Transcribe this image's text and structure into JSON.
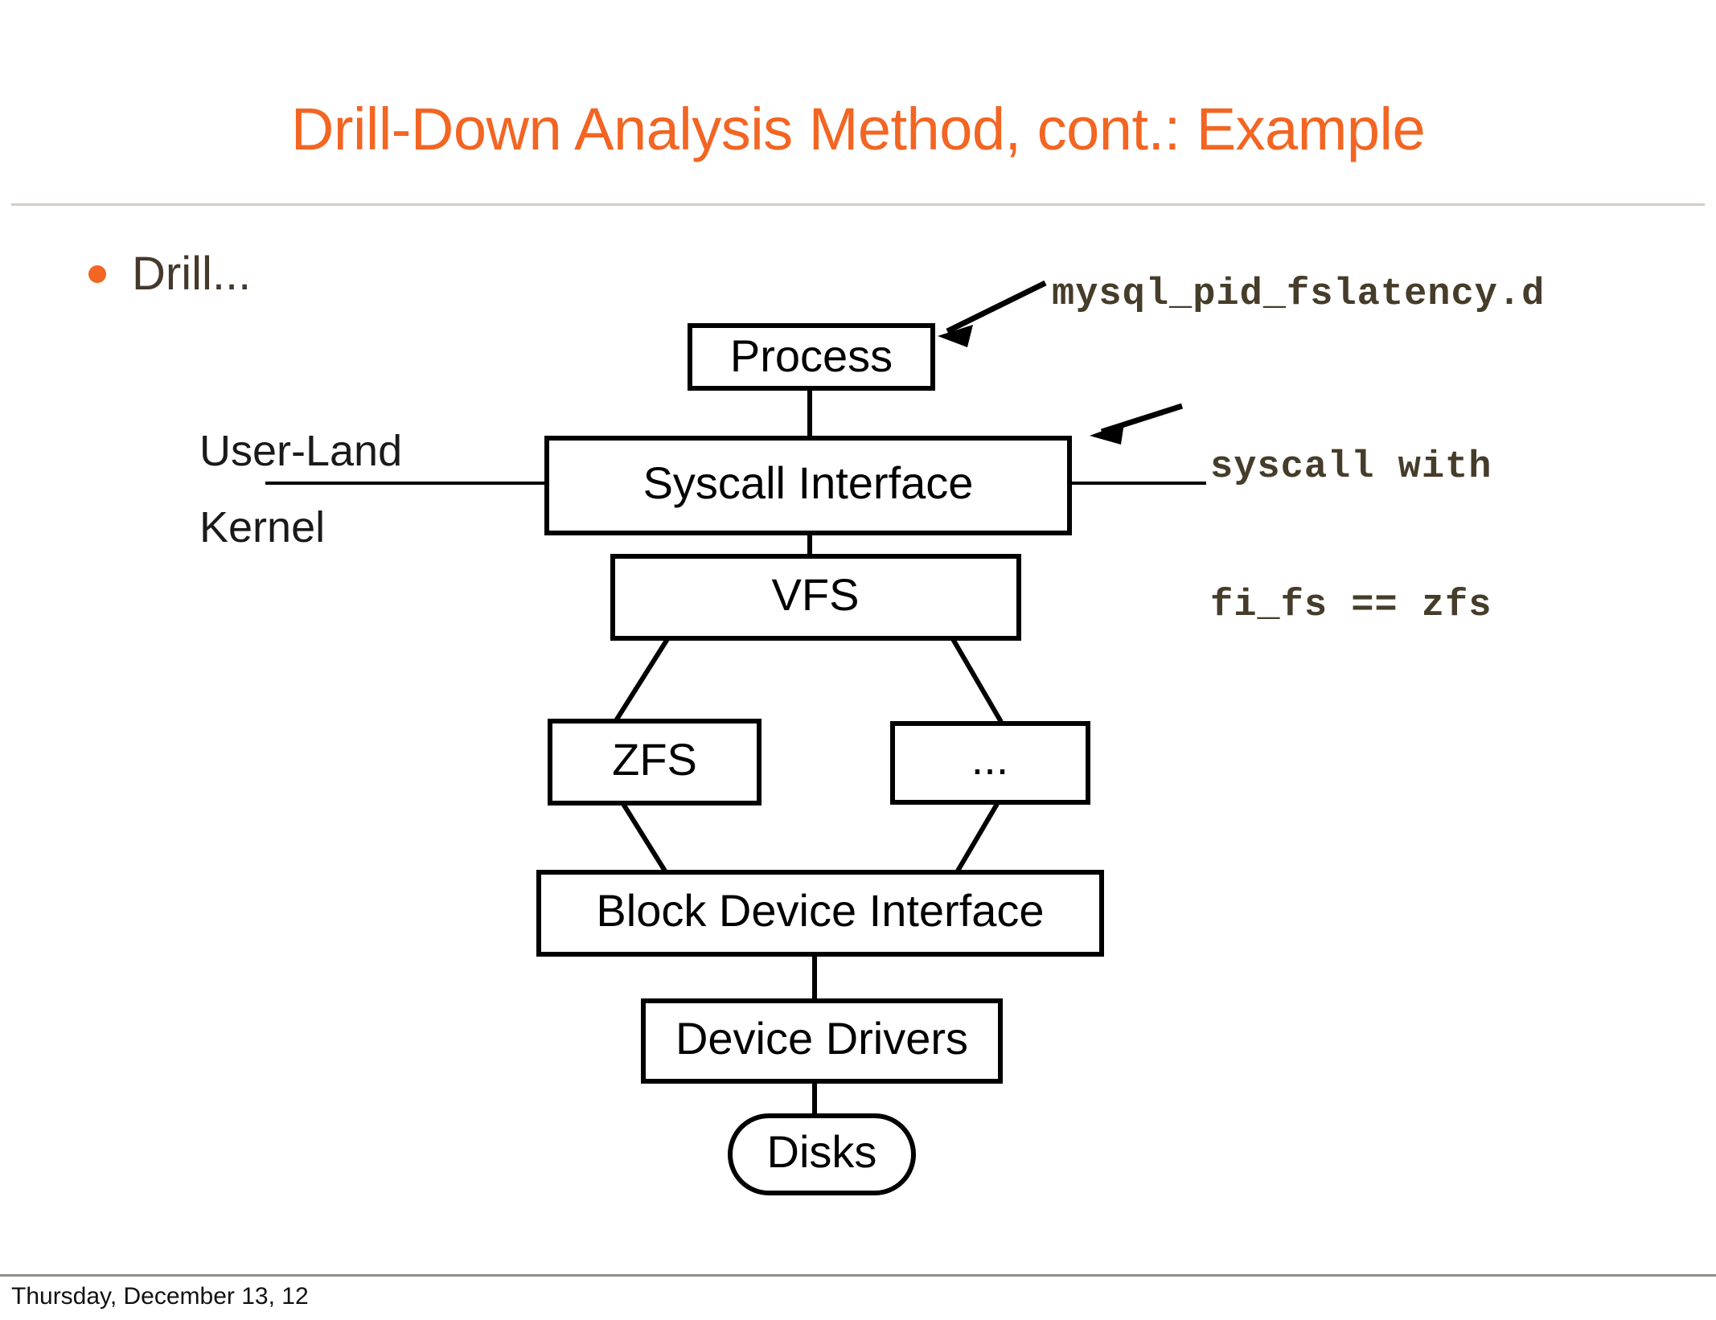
{
  "slide": {
    "title": "Drill-Down Analysis Method, cont.: Example",
    "title_color": "#f26522",
    "background_color": "#ffffff",
    "footer": "Thursday, December 13, 12"
  },
  "body": {
    "bullet": {
      "marker": "bullet-dot",
      "marker_color": "#f26522",
      "text": "Drill...",
      "text_color": "#45392c"
    }
  },
  "annotations": [
    {
      "id": "script",
      "text": "mysql_pid_fslatency.d",
      "color": "#463c2a",
      "points_to": "Process"
    },
    {
      "id": "filter",
      "line1": "syscall with",
      "line2": "fi_fs == zfs",
      "color": "#463c2a",
      "points_to": "Syscall Interface"
    }
  ],
  "boundary": {
    "upper_label": "User-Land",
    "lower_label": "Kernel"
  },
  "diagram": {
    "type": "block-stack",
    "nodes": [
      {
        "id": "process",
        "label": "Process",
        "shape": "rect"
      },
      {
        "id": "syscall",
        "label": "Syscall Interface",
        "shape": "rect"
      },
      {
        "id": "vfs",
        "label": "VFS",
        "shape": "rect"
      },
      {
        "id": "zfs",
        "label": "ZFS",
        "shape": "rect"
      },
      {
        "id": "other",
        "label": "...",
        "shape": "rect"
      },
      {
        "id": "blockdev",
        "label": "Block Device Interface",
        "shape": "rect"
      },
      {
        "id": "drivers",
        "label": "Device Drivers",
        "shape": "rect"
      },
      {
        "id": "disks",
        "label": "Disks",
        "shape": "stadium"
      }
    ],
    "edges": [
      {
        "from": "process",
        "to": "syscall"
      },
      {
        "from": "syscall",
        "to": "vfs"
      },
      {
        "from": "vfs",
        "to": "zfs"
      },
      {
        "from": "vfs",
        "to": "other"
      },
      {
        "from": "zfs",
        "to": "blockdev"
      },
      {
        "from": "other",
        "to": "blockdev"
      },
      {
        "from": "blockdev",
        "to": "drivers"
      },
      {
        "from": "drivers",
        "to": "disks"
      }
    ]
  }
}
